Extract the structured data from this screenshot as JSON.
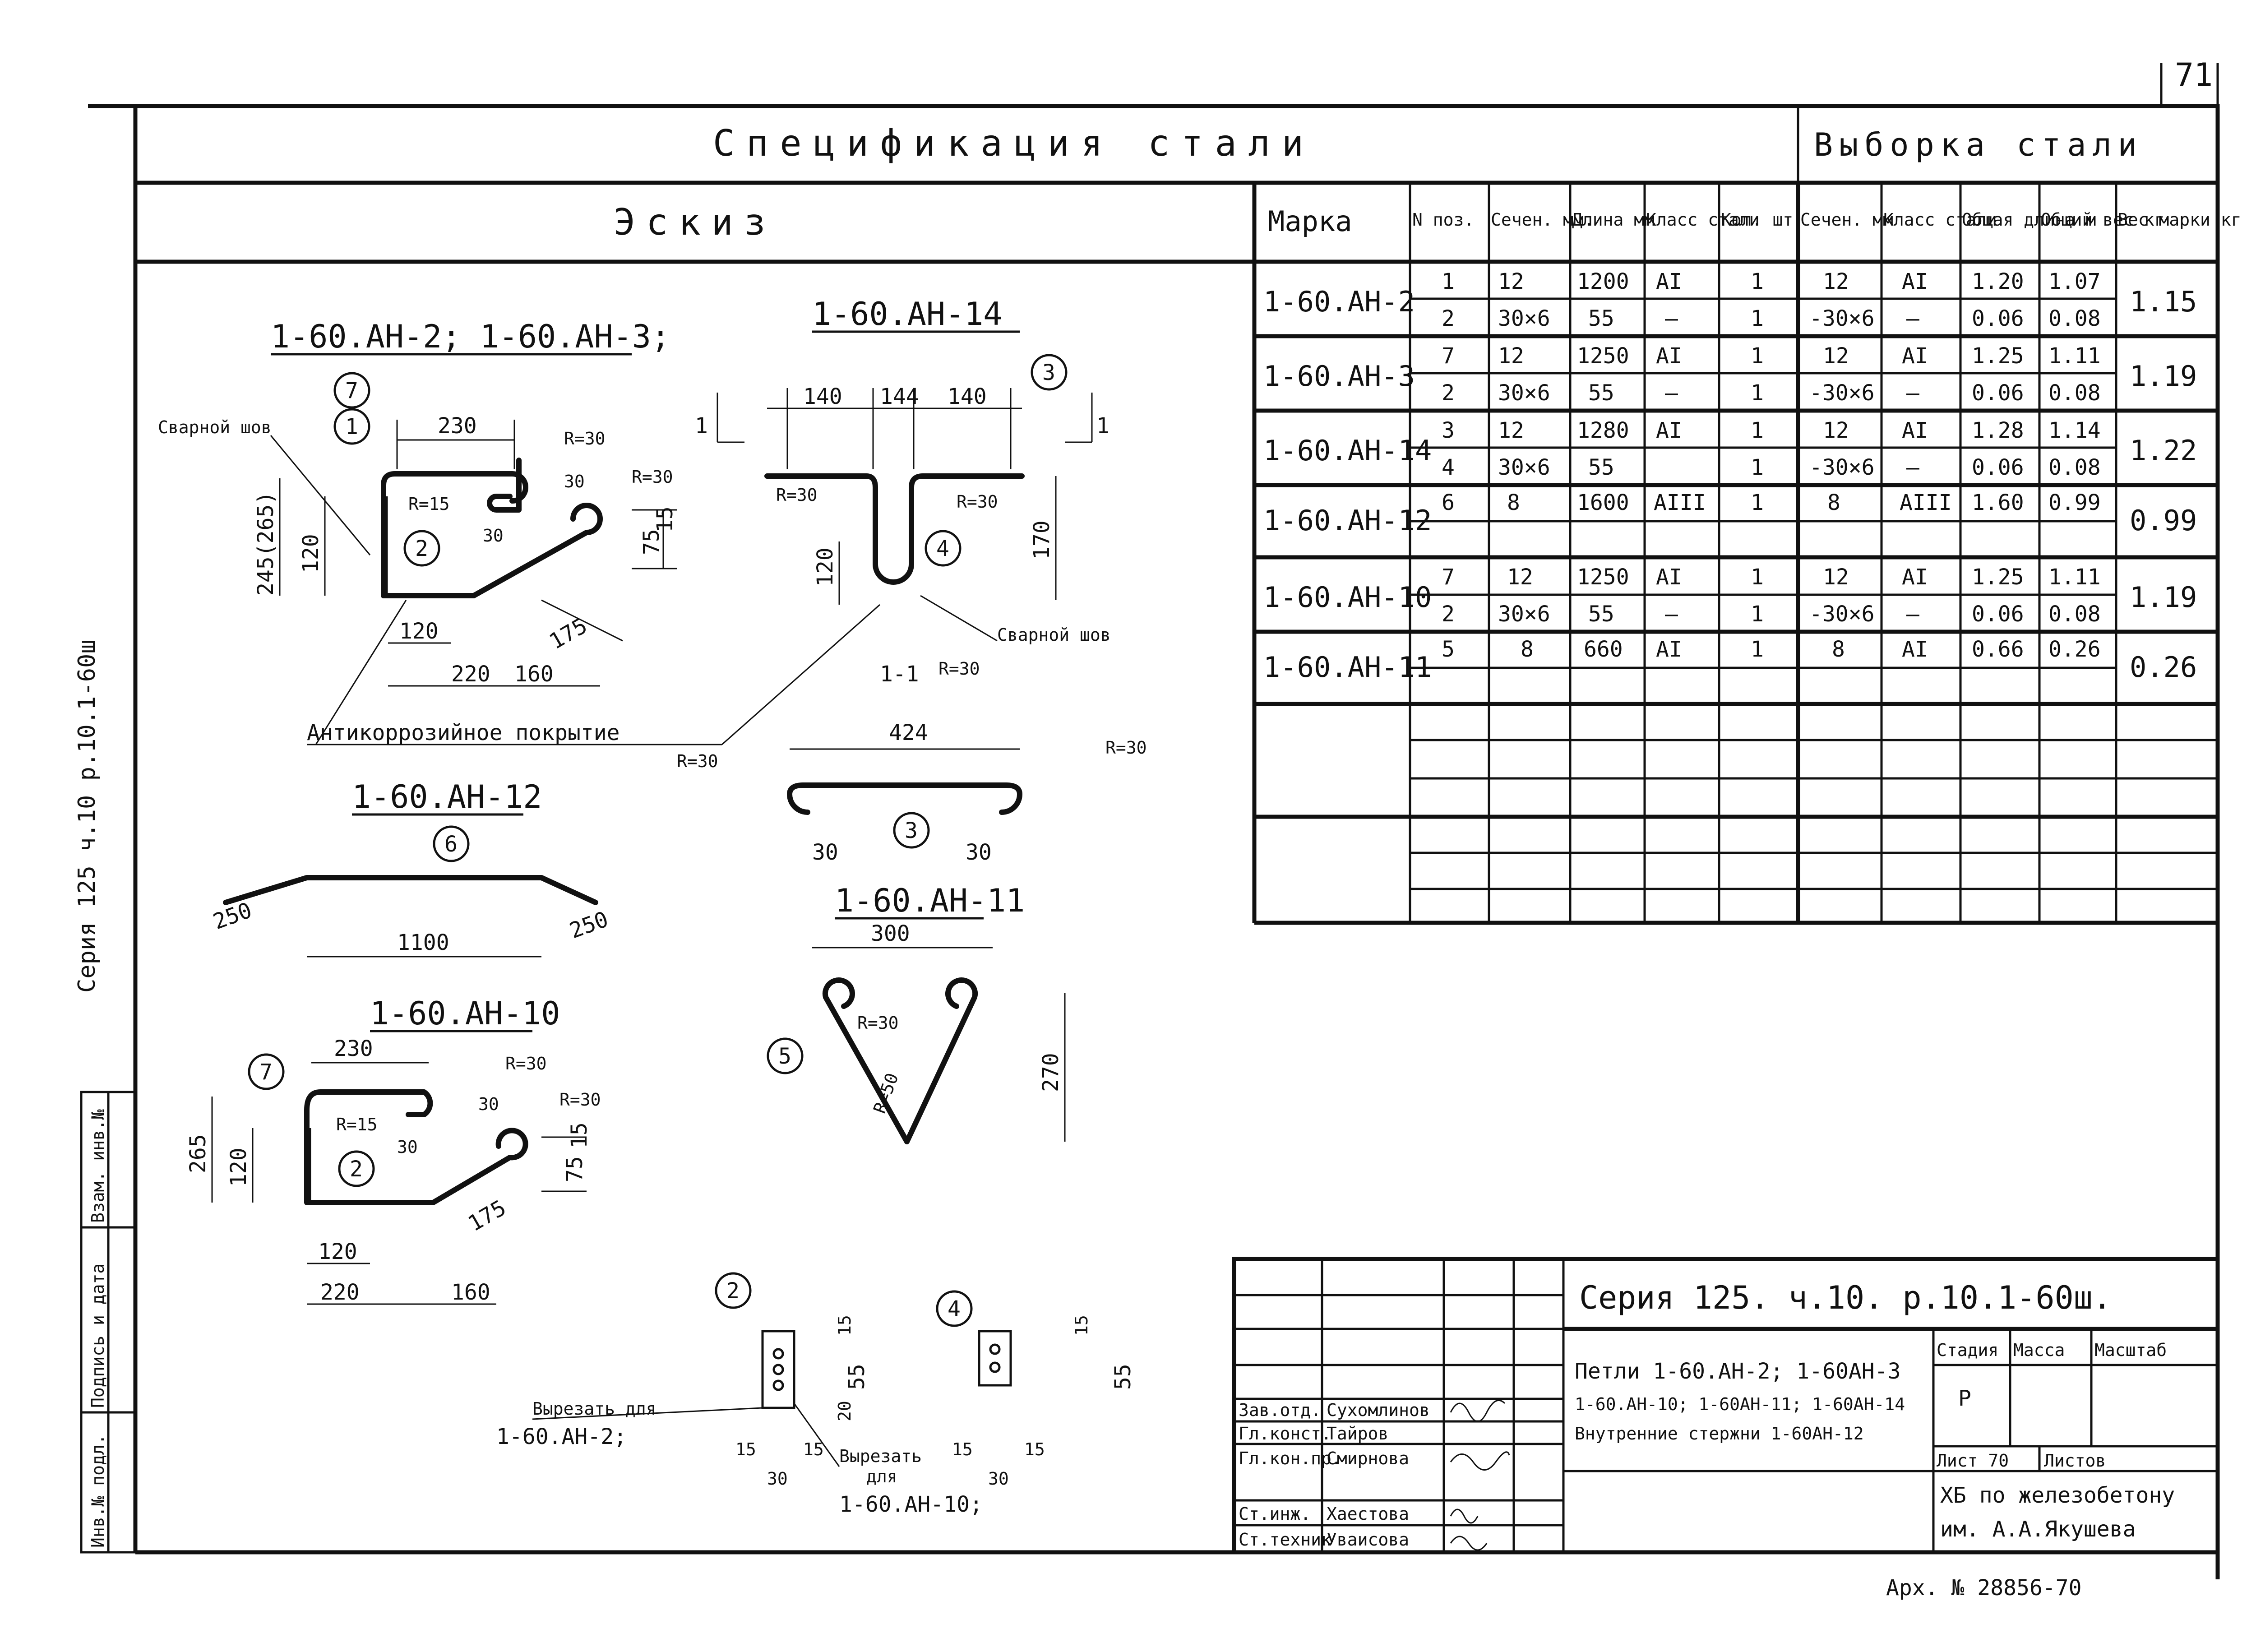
{
  "page_number": "71",
  "side_stamp": "Серия 125 ч.10 р.10.1-60ш",
  "side_columns": [
    "Инв.№ подл.",
    "Подпись и дата",
    "Взам. инв.№"
  ],
  "header": {
    "spec_title": "Спецификация стали",
    "sample_title": "Выборка стали",
    "sketch_title": "Эскиз"
  },
  "columns": [
    "Марка",
    "N поз.",
    "Сечен. мм.",
    "Длина мм",
    "Класс стали",
    "Кол. шт.",
    "Сечен. мм",
    "Класс стали",
    "Общая длина м",
    "Общий вес кг",
    "Вес марки кг"
  ],
  "marks": [
    {
      "mark": "1-60.АН-2",
      "total": "1.15",
      "rows": [
        {
          "pos": "1",
          "sec": "12",
          "len": "1200",
          "cls": "AI",
          "qty": "1",
          "sec2": "12",
          "cls2": "AI",
          "tlen": "1.20",
          "tw": "1.07"
        },
        {
          "pos": "2",
          "sec": "30×6",
          "len": "55",
          "cls": "—",
          "qty": "1",
          "sec2": "-30×6",
          "cls2": "—",
          "tlen": "0.06",
          "tw": "0.08"
        }
      ]
    },
    {
      "mark": "1-60.АН-3",
      "total": "1.19",
      "rows": [
        {
          "pos": "7",
          "sec": "12",
          "len": "1250",
          "cls": "AI",
          "qty": "1",
          "sec2": "12",
          "cls2": "AI",
          "tlen": "1.25",
          "tw": "1.11"
        },
        {
          "pos": "2",
          "sec": "30×6",
          "len": "55",
          "cls": "—",
          "qty": "1",
          "sec2": "-30×6",
          "cls2": "—",
          "tlen": "0.06",
          "tw": "0.08"
        }
      ]
    },
    {
      "mark": "1-60.АН-14",
      "total": "1.22",
      "rows": [
        {
          "pos": "3",
          "sec": "12",
          "len": "1280",
          "cls": "AI",
          "qty": "1",
          "sec2": "12",
          "cls2": "AI",
          "tlen": "1.28",
          "tw": "1.14"
        },
        {
          "pos": "4",
          "sec": "30×6",
          "len": "55",
          "cls": "",
          "qty": "1",
          "sec2": "-30×6",
          "cls2": "—",
          "tlen": "0.06",
          "tw": "0.08"
        }
      ]
    },
    {
      "mark": "1-60.АН-12",
      "total": "0.99",
      "rows": [
        {
          "pos": "6",
          "sec": "8",
          "len": "1600",
          "cls": "AIII",
          "qty": "1",
          "sec2": "8",
          "cls2": "AIII",
          "tlen": "1.60",
          "tw": "0.99"
        }
      ]
    },
    {
      "mark": "1-60.АН-10",
      "total": "1.19",
      "rows": [
        {
          "pos": "7",
          "sec": "12",
          "len": "1250",
          "cls": "AI",
          "qty": "1",
          "sec2": "12",
          "cls2": "AI",
          "tlen": "1.25",
          "tw": "1.11"
        },
        {
          "pos": "2",
          "sec": "30×6",
          "len": "55",
          "cls": "—",
          "qty": "1",
          "sec2": "-30×6",
          "cls2": "—",
          "tlen": "0.06",
          "tw": "0.08"
        }
      ]
    },
    {
      "mark": "1-60.АН-11",
      "total": "0.26",
      "rows": [
        {
          "pos": "5",
          "sec": "8",
          "len": "660",
          "cls": "AI",
          "qty": "1",
          "sec2": "8",
          "cls2": "AI",
          "tlen": "0.66",
          "tw": "0.26"
        }
      ]
    }
  ],
  "sketch": {
    "labels": {
      "group_a": "1-60.АН-2; 1-60.АН-3;",
      "an14": "1-60.АН-14",
      "an12": "1-60.АН-12",
      "an10": "1-60.АН-10",
      "an11": "1-60.АН-11",
      "section": "1-1",
      "section_mark": "1",
      "weld": "Сварной шов",
      "coating": "Антикоррозийное покрытие",
      "cut_an2_line1": "Вырезать для",
      "cut_an2_line2": "1-60.АН-2;",
      "cut_an10_line1": "Вырезать",
      "cut_an10_line2": "для",
      "cut_an10_line3": "1-60.АН-10;"
    },
    "positions": [
      "1",
      "2",
      "3",
      "4",
      "5",
      "6",
      "7"
    ],
    "dims": {
      "d230": "230",
      "r30": "R=30",
      "r15": "R=15",
      "d30": "30",
      "d15": "15",
      "d75": "75",
      "d175": "175",
      "d245": "245(265)",
      "d120": "120",
      "d220": "220",
      "d160": "160",
      "d140": "140",
      "d144": "144",
      "d170": "170",
      "d424": "424",
      "d250": "250",
      "d1100": "1100",
      "d265": "265",
      "d300": "300",
      "d270": "270",
      "d55": "55",
      "d20": "20",
      "r50": "R=50"
    }
  },
  "title_block": {
    "series": "Серия 125. ч.10. р.10.1-60ш.",
    "description_line1": "Петли 1-60.АН-2; 1-60АН-3",
    "description_line2": "1-60.АН-10; 1-60АН-11; 1-60АН-14",
    "description_line3": "Внутренние стержни 1-60АН-12",
    "stage_header": "Стадия",
    "mass_header": "Масса",
    "scale_header": "Масштаб",
    "stage": "Р",
    "sheet": "Лист 70",
    "sheets": "Листов",
    "org_line1": "ХБ по железобетону",
    "org_line2": "им. А.А.Якушева",
    "staff": [
      {
        "role": "Зав.отд.",
        "name": "Сухомлинов"
      },
      {
        "role": "Гл.конст.",
        "name": "Тайров"
      },
      {
        "role": "Гл.кон.пр.",
        "name": "Смирнова"
      },
      {
        "role": "Ст.инж.",
        "name": "Хаестова"
      },
      {
        "role": "Ст.техник",
        "name": "Уваисова"
      }
    ]
  },
  "archive": "Арх. № 28856-70"
}
